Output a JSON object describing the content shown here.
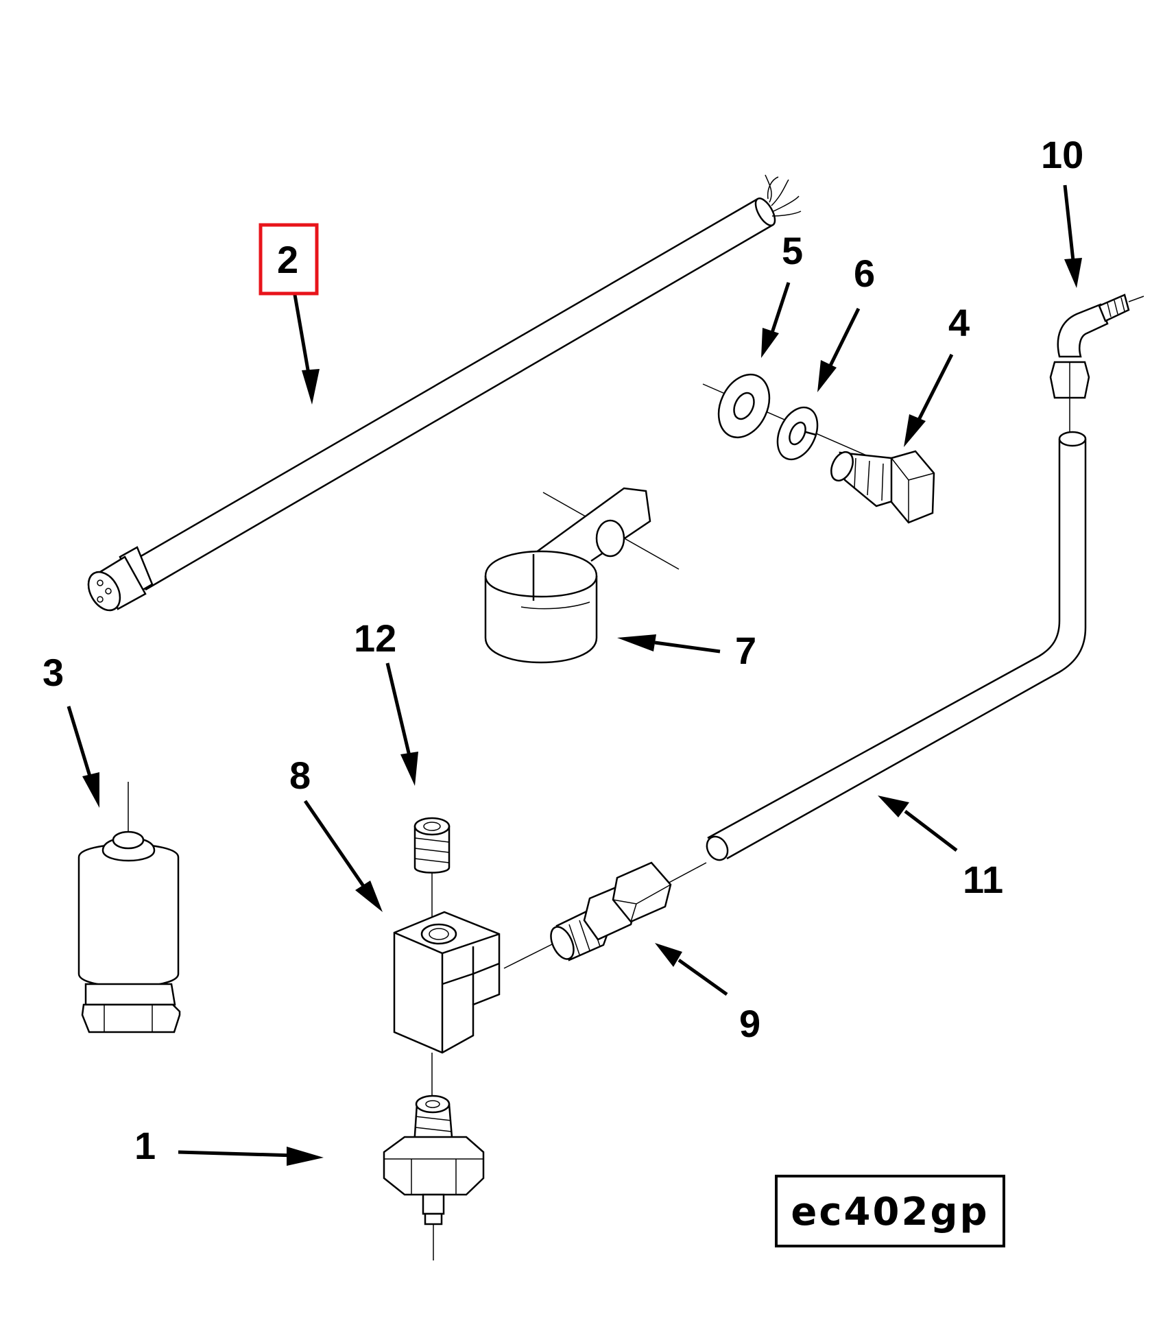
{
  "callouts": {
    "c1": "1",
    "c2": "2",
    "c3": "3",
    "c4": "4",
    "c5": "5",
    "c6": "6",
    "c7": "7",
    "c8": "8",
    "c9": "9",
    "c10": "10",
    "c11": "11",
    "c12": "12"
  },
  "drawing_id": "ec402gp",
  "highlight": {
    "item": "2",
    "color": "#e8141b"
  }
}
